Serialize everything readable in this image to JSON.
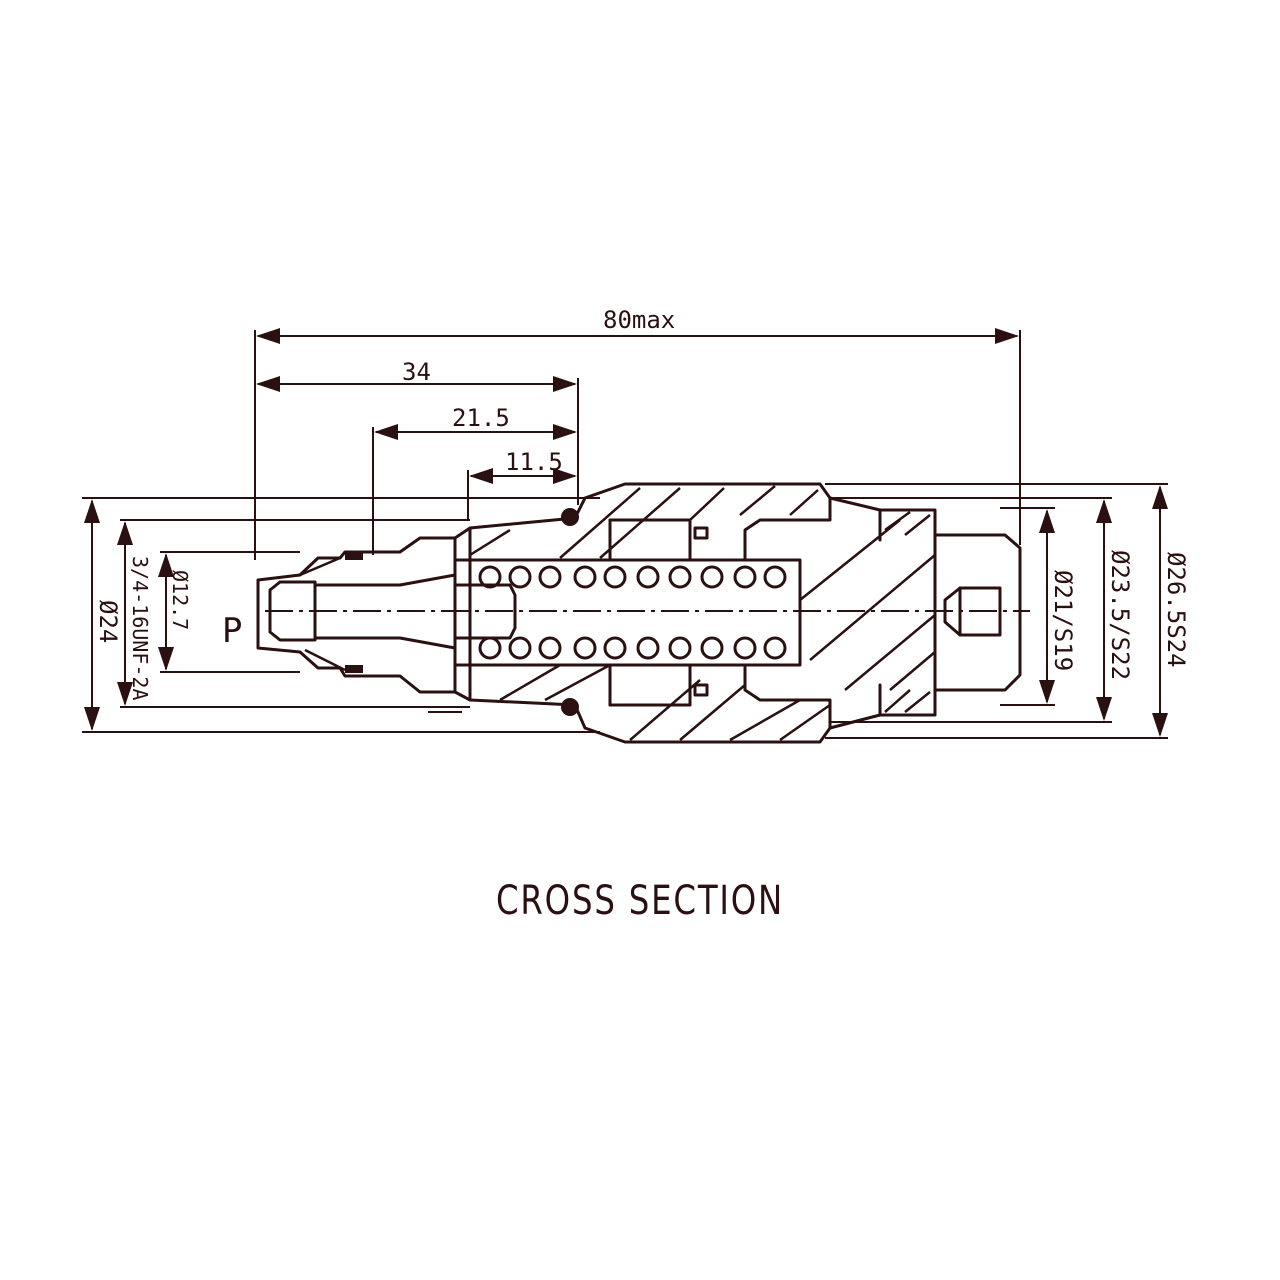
{
  "caption": "CROSS SECTION",
  "dimensions": {
    "length_overall": "80max",
    "length_34": "34",
    "length_21_5": "21.5",
    "length_11_5": "11.5",
    "dia_24": "Ø24",
    "thread": "3/4-16UNF-2A",
    "dia_12_7": "Ø12.7",
    "port_label": "P",
    "dia_21": "Ø21/S19",
    "dia_23_5": "Ø23.5/S22",
    "dia_26_5": "Ø26.5S24"
  },
  "colors": {
    "ink": "#2a1010",
    "background": "#ffffff"
  }
}
